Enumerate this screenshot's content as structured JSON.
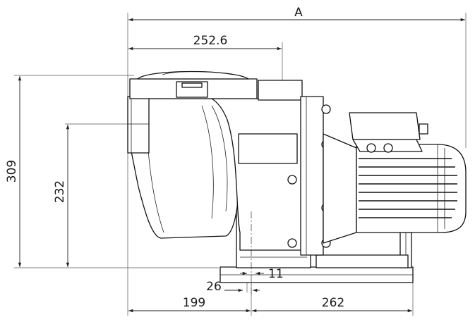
{
  "dimensions": {
    "overall_length": "A",
    "inlet_offset": "252.6",
    "total_height": "309",
    "inlet_height": "232",
    "base_slot_width": "11",
    "base_slot_pos": "26",
    "front_to_axis": "199",
    "axis_to_rear": "262"
  }
}
